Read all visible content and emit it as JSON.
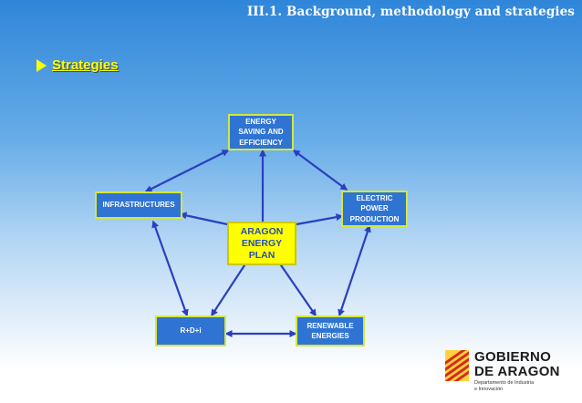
{
  "header": {
    "title": "III.1. Background, methodology and strategies"
  },
  "section": {
    "title": "Strategies"
  },
  "diagram": {
    "center": {
      "label": "ARAGON\nENERGY\nPLAN"
    },
    "nodes": {
      "energy_saving": "ENERGY\nSAVING AND\nEFFICIENCY",
      "infrastructures": "INFRASTRUCTURES",
      "electric_power": "ELECTRIC\nPOWER\nPRODUCTION",
      "rdi": "R+D+i",
      "renewable": "RENEWABLE\nENERGIES"
    },
    "colors": {
      "node_fill": "#2f74d3",
      "node_border": "#d4e83a",
      "center_fill": "#ffff00",
      "arrow": "#2b3fbf",
      "section": "#ffff00"
    }
  },
  "logo": {
    "line1": "GOBIERNO",
    "line2": "DE ARAGON",
    "department": "Departamento de Industria\ne Innovación"
  }
}
